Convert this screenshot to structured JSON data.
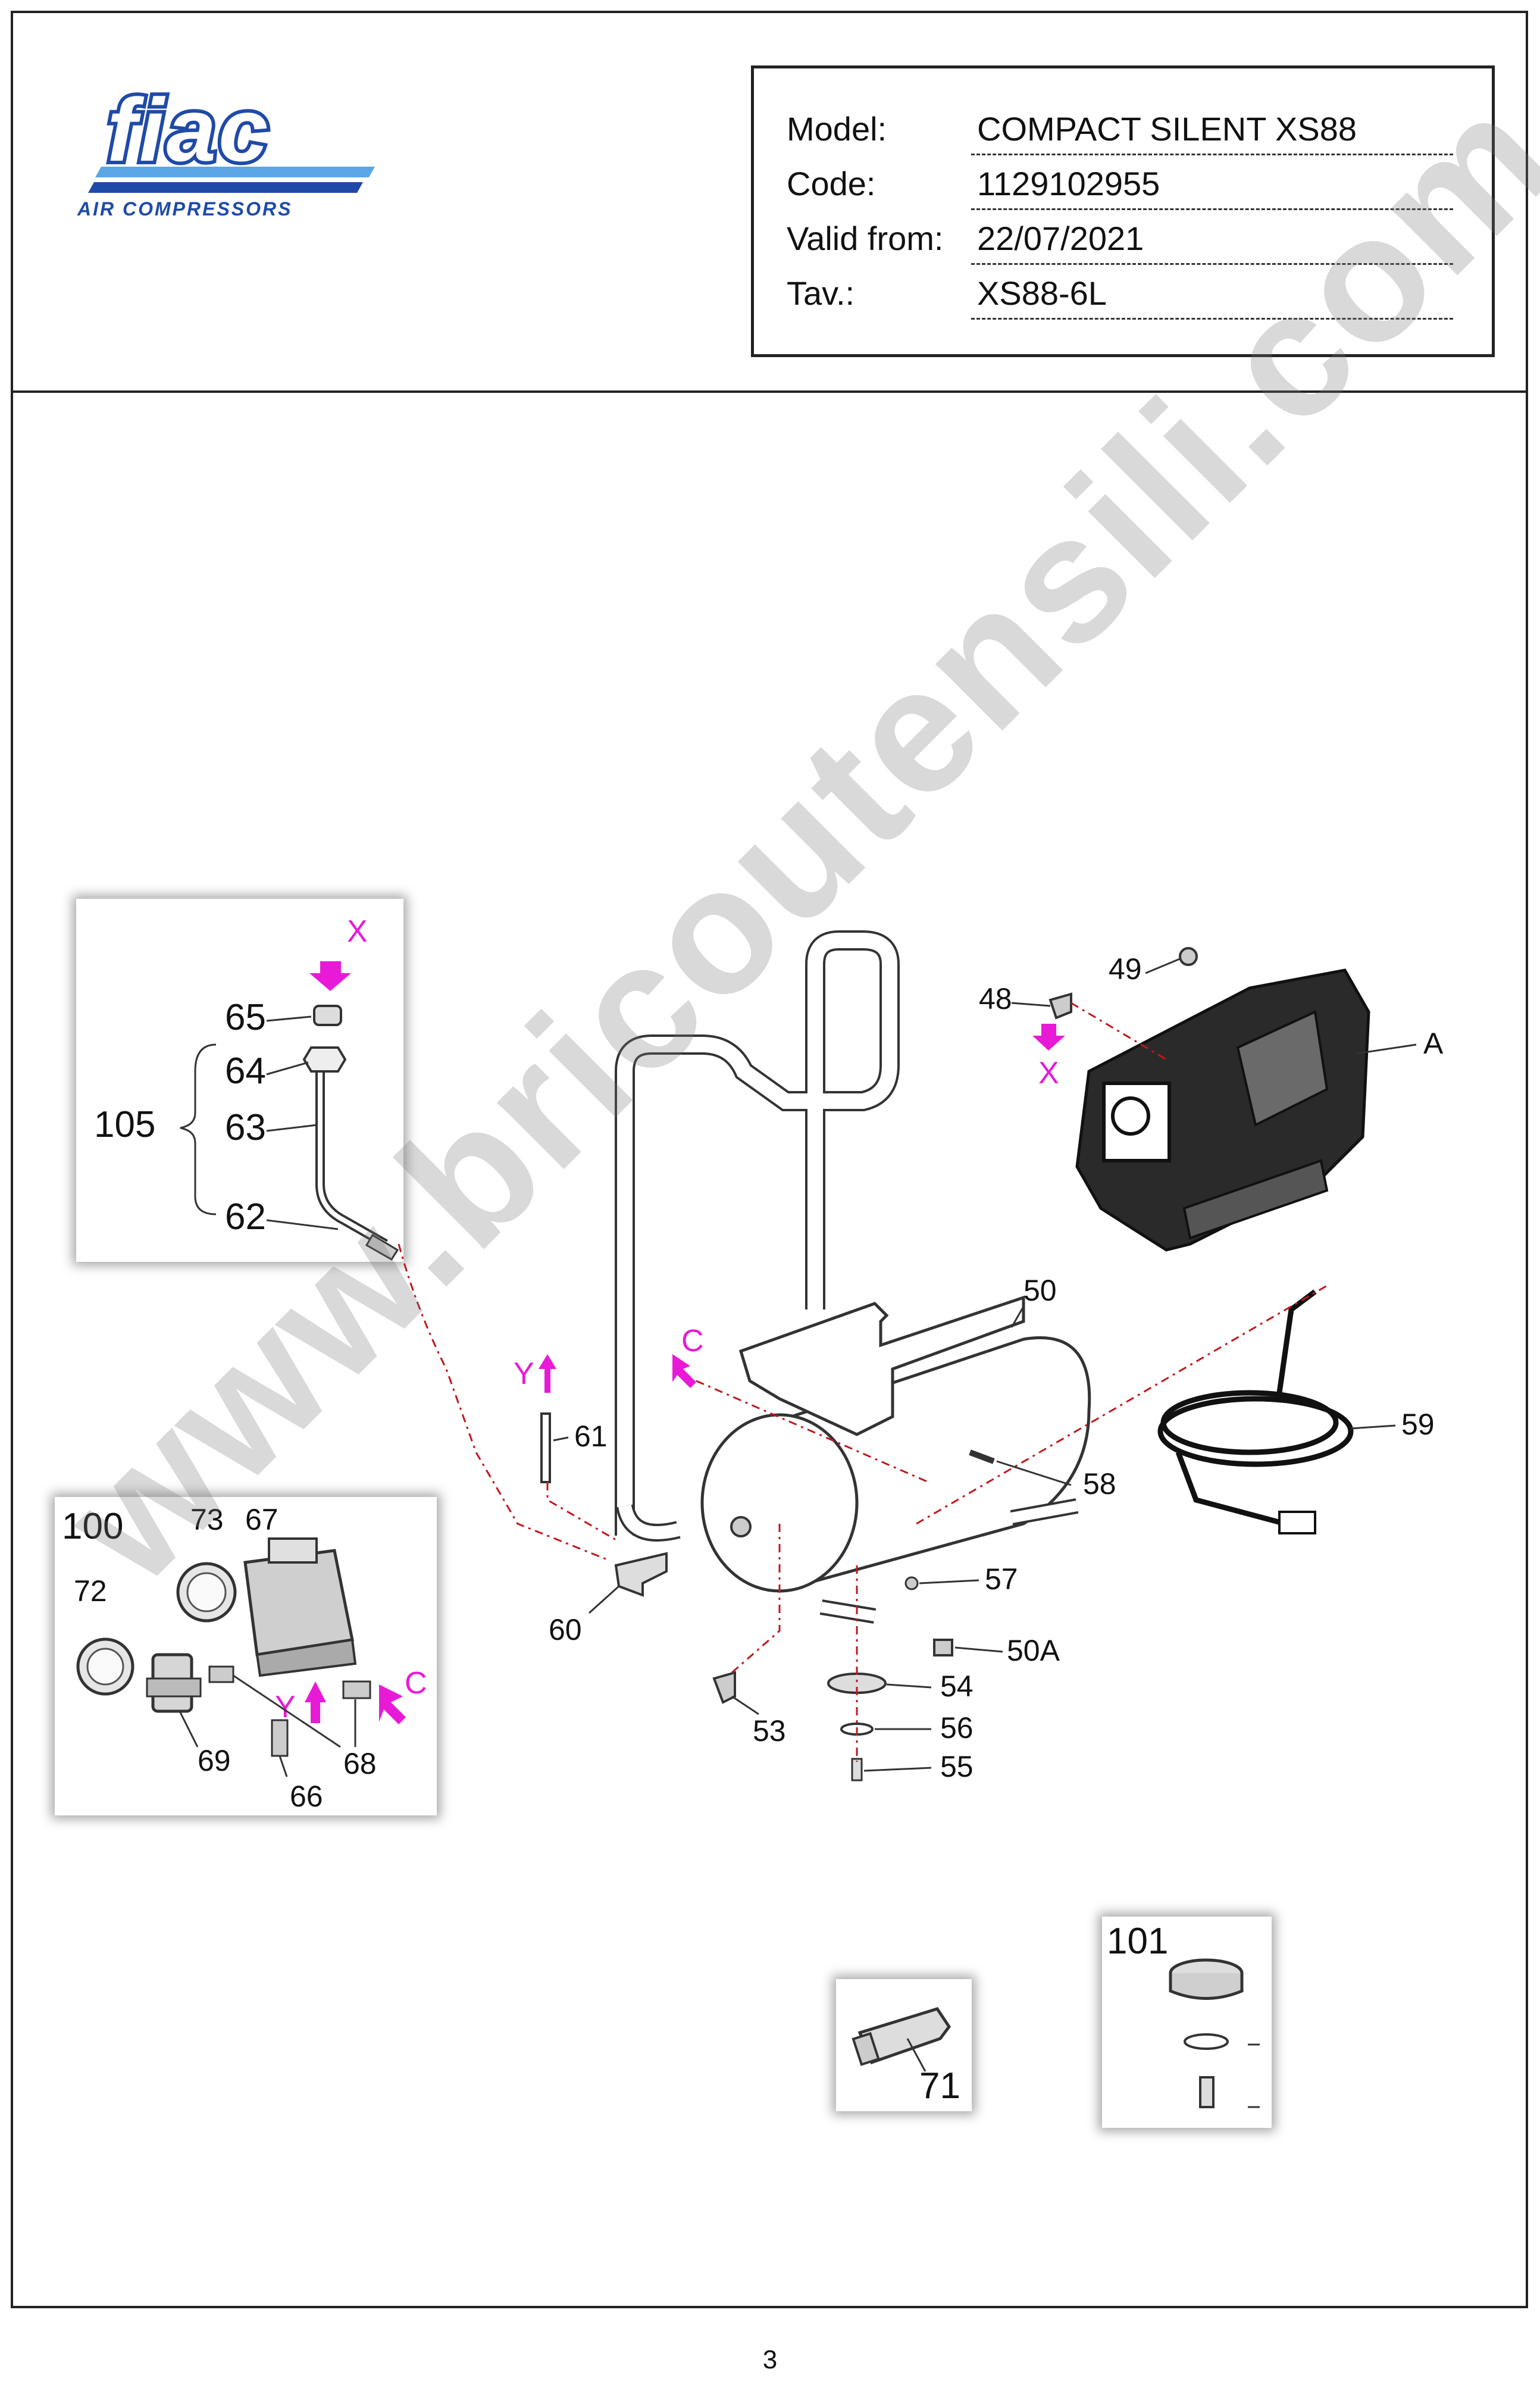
{
  "brand": {
    "logo_text": "fiac",
    "tagline": "AIR COMPRESSORS",
    "colors": {
      "primary": "#1f4aa8",
      "light": "#5aa6e6",
      "accent": "#e81ad8"
    }
  },
  "info": [
    {
      "label": "Model:",
      "value": "COMPACT SILENT XS88"
    },
    {
      "label": "Code:",
      "value": "1129102955"
    },
    {
      "label": "Valid from:",
      "value": "22/07/2021"
    },
    {
      "label": "Tav.:",
      "value": "XS88-6L"
    }
  ],
  "callouts": {
    "c48": "48",
    "c49": "49",
    "cA": "A",
    "c50": "50",
    "c50A": "50A",
    "c53": "53",
    "c54": "54",
    "c55": "55",
    "c56": "56",
    "c57": "57",
    "c58": "58",
    "c59": "59",
    "c60": "60",
    "c61": "61",
    "c62": "62",
    "c63": "63",
    "c64": "64",
    "c65": "65",
    "c66": "66",
    "c67": "67",
    "c68": "68",
    "c69": "69",
    "c71": "71",
    "c72": "72",
    "c73": "73",
    "c100": "100",
    "c101": "101",
    "c105": "105"
  },
  "markers": {
    "x": "X",
    "y": "Y",
    "c": "C"
  },
  "watermark": "www.bricoutensili.com",
  "page_number": "3"
}
